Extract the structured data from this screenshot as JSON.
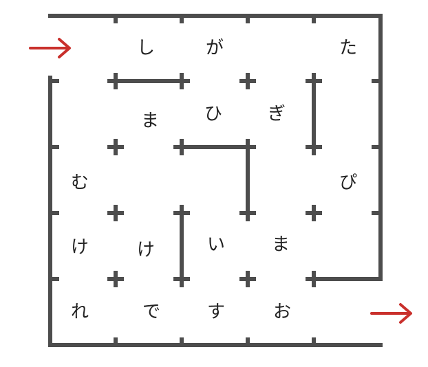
{
  "maze": {
    "grid": [
      [
        "",
        "し",
        "が",
        "",
        "た"
      ],
      [
        "",
        "ま",
        "ひ",
        "ぎ",
        ""
      ],
      [
        "む",
        "",
        "",
        "",
        "ぴ"
      ],
      [
        "け",
        "け",
        "い",
        "ま",
        ""
      ],
      [
        "れ",
        "で",
        "す",
        "お",
        ""
      ]
    ],
    "entrance": "top-left",
    "exit": "bottom-right",
    "colors": {
      "wall": "#4d4d4d",
      "arrow": "#c9302c",
      "text": "#222222"
    }
  }
}
